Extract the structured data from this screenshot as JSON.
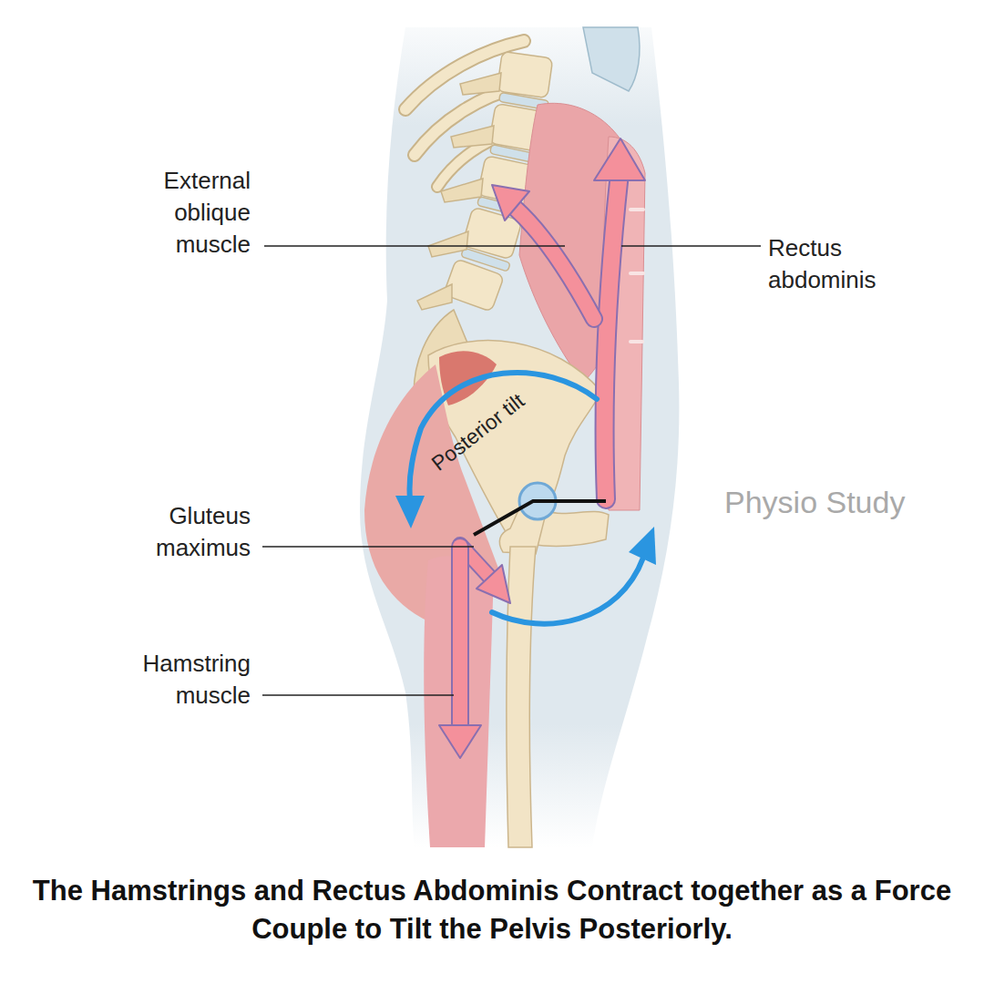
{
  "diagram": {
    "caption": "The Hamstrings and Rectus Abdominis Contract together as a Force Couple to Tilt the Pelvis Posteriorly.",
    "labels": [
      "External oblique muscle",
      "Rectus abdominis",
      "Posterior tilt",
      "Gluteus maximus",
      "Hamstring muscle",
      "Physio Study"
    ]
  }
}
